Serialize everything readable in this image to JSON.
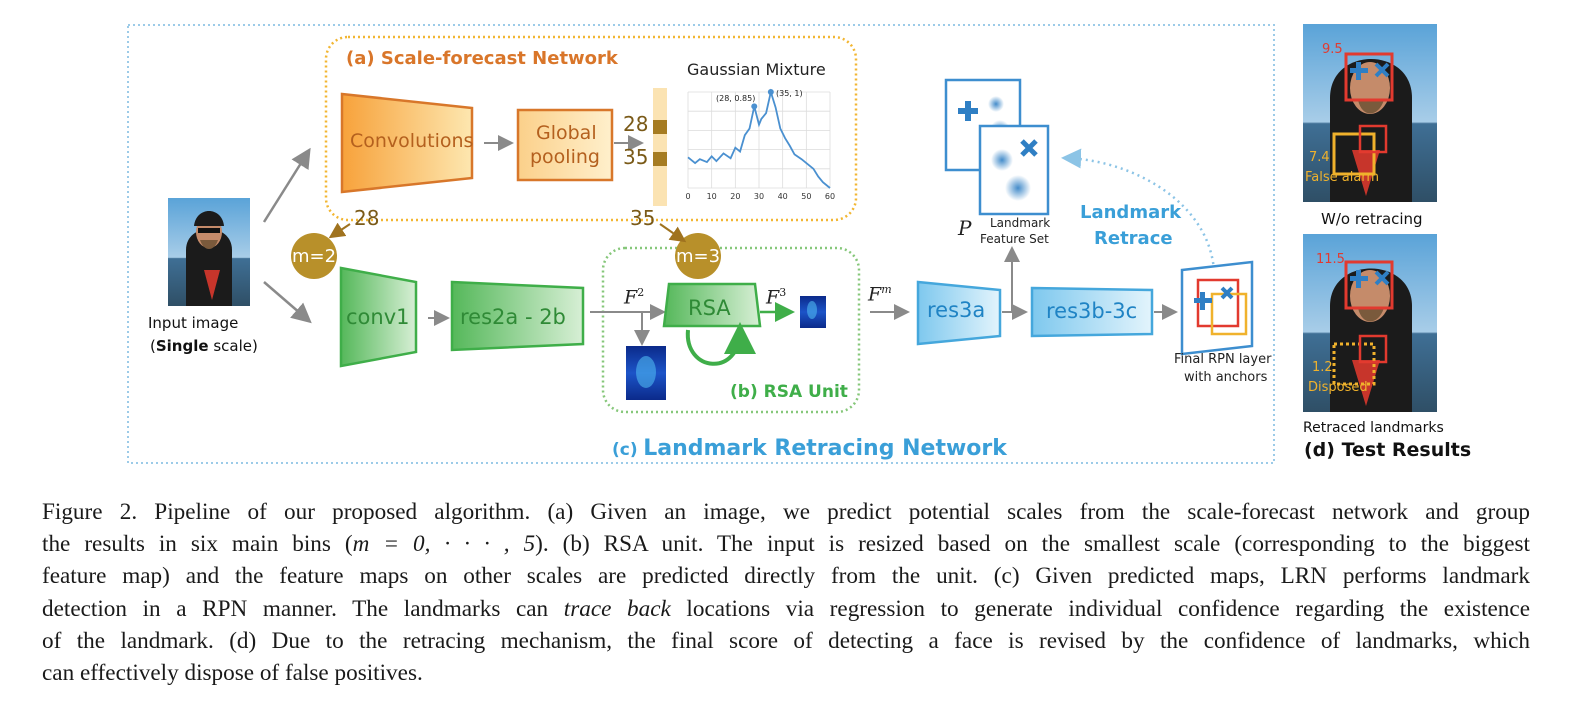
{
  "figure": {
    "scale_forecast": {
      "title": "(a) Scale-forecast Network",
      "conv": "Convolutions",
      "global_pooling": [
        "Global",
        "pooling"
      ],
      "bins": [
        "28",
        "35"
      ],
      "gm_title": "Gaussian Mixture",
      "gm_peak1": "(28, 0.85)",
      "gm_peak2": "(35, 1)"
    },
    "input": {
      "label_line1": "Input image",
      "label_bold": "Single",
      "label_rest": " scale)",
      "label_open": "("
    },
    "bottom": {
      "m2": "m=2",
      "m3": "m=3",
      "arrow28": "28",
      "arrow35": "35",
      "conv1": "conv1",
      "res2": "res2a - 2b",
      "rsa": "RSA",
      "rsa_title": "(b) RSA Unit",
      "f2": "F",
      "f2_sup": "2",
      "f3": "F",
      "f3_sup": "3",
      "fm": "F",
      "fm_sup": "m",
      "res3a": "res3a",
      "res3b": "res3b-3c",
      "lrn_title_prefix": "(c)",
      "lrn_title": "Landmark Retracing Network",
      "p_label": "P",
      "landmark_fs": [
        "Landmark",
        "Feature Set"
      ],
      "retrace": [
        "Landmark",
        "Retrace"
      ],
      "rpn": [
        "Final RPN layer",
        "with anchors"
      ]
    },
    "results": {
      "top_score_face": "9.5",
      "top_score_alarm": "7.4",
      "top_alarm_text": "False alarm",
      "wo_label": "W/o retracing",
      "bot_score_face": "11.5",
      "bot_score_alarm": "1.2",
      "bot_alarm_text": "Disposed",
      "retraced_label": "Retraced landmarks",
      "title": "(d) Test Results"
    },
    "colors": {
      "orange": "#e8852c",
      "green": "#4caf50",
      "blue": "#3a9fd8",
      "gold": "#b8902a"
    }
  },
  "caption": {
    "line1": "Figure 2. Pipeline of our proposed algorithm.  (a) Given an image, we predict potential scales from the scale-forecast network and group",
    "line2a": "the results in six main bins (",
    "line2_math": "m = 0, · · · , 5",
    "line2b": "). (b) RSA unit.  The input is resized based on the smallest scale (corresponding to the biggest",
    "line3": "feature map) and the feature maps on other scales are predicted directly from the unit. (c) Given predicted maps, LRN performs landmark",
    "line4a": "detection in a RPN manner. The landmarks can ",
    "line4_em": "trace back",
    "line4b": " locations via regression to generate individual confidence regarding the existence",
    "line5": "of the landmark.  (d) Due to the retracing mechanism, the final score of detecting a face is revised by the confidence of landmarks, which",
    "line6": "can effectively dispose of false positives."
  },
  "gm_curve": {
    "x": [
      0,
      3,
      5,
      8,
      10,
      12,
      15,
      18,
      20,
      22,
      24,
      26,
      28,
      30,
      31,
      33,
      35,
      37,
      39,
      41,
      43,
      45,
      48,
      50,
      53,
      55,
      57,
      60
    ],
    "y": [
      0.32,
      0.26,
      0.3,
      0.27,
      0.33,
      0.28,
      0.36,
      0.31,
      0.42,
      0.38,
      0.55,
      0.62,
      0.85,
      0.66,
      0.72,
      0.78,
      1.0,
      0.84,
      0.62,
      0.52,
      0.44,
      0.35,
      0.3,
      0.26,
      0.2,
      0.12,
      0.06,
      0.0
    ],
    "x_ticks": [
      "0",
      "10",
      "20",
      "30",
      "40",
      "50",
      "60"
    ],
    "xlim": [
      0,
      60
    ],
    "ylim": [
      0,
      1
    ]
  }
}
